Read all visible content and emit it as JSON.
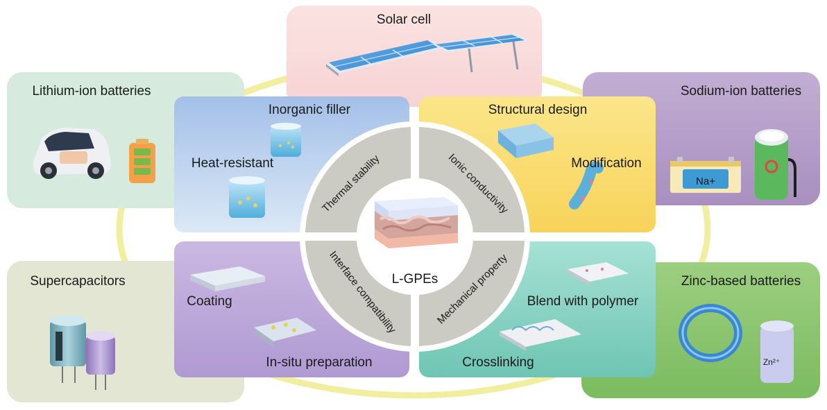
{
  "applications": {
    "solar": "Solar cell",
    "lithium": "Lithium-ion batteries",
    "sodium": "Sodium-ion batteries",
    "supercap": "Supercapacitors",
    "zinc": "Zinc-based batteries"
  },
  "strategies": {
    "inorganic": "Inorganic filler",
    "heat": "Heat-resistant",
    "structural": "Structural design",
    "modification": "Modification",
    "coating": "Coating",
    "insitu": "In-situ preparation",
    "blend": "Blend with polymer",
    "crosslink": "Crosslinking"
  },
  "properties": {
    "thermal": "Thermal stability",
    "ionic": "Ionic conductivity",
    "interface": "Interface compatibility",
    "mechanical": "Mechanical property"
  },
  "center": {
    "label": "L-GPEs"
  },
  "badges": {
    "na": "Na+",
    "zn": "Zn²⁺"
  },
  "colors": {
    "solar_bg": "#f9dede",
    "lithium_bg": "#d6eadd",
    "sodium_bg": "#b59ec8",
    "supercap_bg": "#e3e6d2",
    "zinc_bg": "#8cc46f",
    "inorganic_bg": "#a9c3e6",
    "structural_bg": "#fad96a",
    "coating_bg": "#bda6d8",
    "blend_bg": "#86d3c3",
    "ring": "#c8c8c0",
    "ellipse": "#f1ef9f"
  }
}
